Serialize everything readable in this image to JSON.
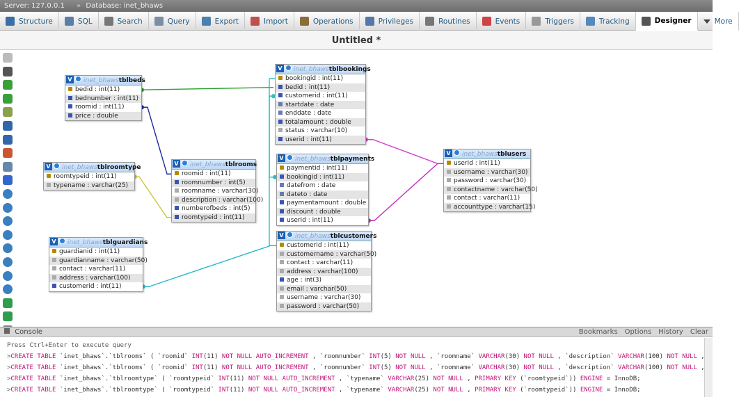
{
  "breadcrumb": [
    "Server: 127.0.0.1",
    "Database: inet_bhaws"
  ],
  "tabs": [
    {
      "label": "Structure",
      "color": "#3a6ea5"
    },
    {
      "label": "SQL",
      "color": "#5a7fa8"
    },
    {
      "label": "Search",
      "color": "#777777"
    },
    {
      "label": "Query",
      "color": "#7a8fa5"
    },
    {
      "label": "Export",
      "color": "#4a7fb0"
    },
    {
      "label": "Import",
      "color": "#c05050"
    },
    {
      "label": "Operations",
      "color": "#8a6d3b"
    },
    {
      "label": "Privileges",
      "color": "#5577aa"
    },
    {
      "label": "Routines",
      "color": "#777777"
    },
    {
      "label": "Events",
      "color": "#cc4444"
    },
    {
      "label": "Triggers",
      "color": "#999999"
    },
    {
      "label": "Tracking",
      "color": "#5588bb"
    },
    {
      "label": "Designer",
      "color": "#555555",
      "active": true
    },
    {
      "label": "More",
      "color": "#444444"
    }
  ],
  "page_title": "Untitled *",
  "db_prefix": "inet_bhaws",
  "vbtn": "V",
  "tables": [
    {
      "name": "tblbeds",
      "fields": [
        "bedid : int(11)",
        "bednumber : int(11)",
        "roomid : int(11)",
        "price : double"
      ]
    },
    {
      "name": "tblbookings",
      "fields": [
        "bookingid : int(11)",
        "bedid : int(11)",
        "customerid : int(11)",
        "startdate : date",
        "enddate : date",
        "totalamount : double",
        "status : varchar(10)",
        "userid : int(11)"
      ]
    },
    {
      "name": "tblroomtype",
      "fields": [
        "roomtypeid : int(11)",
        "typename : varchar(25)"
      ]
    },
    {
      "name": "tblrooms",
      "fields": [
        "roomid : int(11)",
        "roomnumber : int(5)",
        "roomname : varchar(30)",
        "description : varchar(100)",
        "numberofbeds : int(5)",
        "roomtypeid : int(11)"
      ]
    },
    {
      "name": "tblpayments",
      "fields": [
        "paymentid : int(11)",
        "bookingid : int(11)",
        "datefrom : date",
        "dateto : date",
        "paymentamount : double",
        "discount : double",
        "userid : int(11)"
      ]
    },
    {
      "name": "tblusers",
      "fields": [
        "userid : int(11)",
        "username : varchar(30)",
        "password : varchar(30)",
        "contactname : varchar(50)",
        "contact : varchar(11)",
        "accounttype : varchar(15)"
      ]
    },
    {
      "name": "tblguardians",
      "fields": [
        "guardianid : int(11)",
        "guardianname : varchar(50)",
        "contact : varchar(11)",
        "address : varchar(100)",
        "customerid : int(11)"
      ]
    },
    {
      "name": "tblcustomers",
      "fields": [
        "customerid : int(11)",
        "customername : varchar(50)",
        "contact : varchar(11)",
        "address : varchar(100)",
        "age : int(3)",
        "email : varchar(50)",
        "username : varchar(30)",
        "password : varchar(50)"
      ]
    }
  ],
  "relation_colors": [
    "#2ca02c",
    "#1f2fa0",
    "#c8c83a",
    "#2ab8c8",
    "#d040d0",
    "#c030c0",
    "#2ac0c0"
  ],
  "console": {
    "title": "Console",
    "actions": [
      "Bookmarks",
      "Options",
      "History",
      "Clear"
    ],
    "hint": "Press Ctrl+Enter to execute query",
    "lines": [
      "CREATE TABLE `inet_bhaws`.`tblrooms` ( `roomid` INT(11) NOT NULL AUTO_INCREMENT , `roomnumber` INT(5) NOT NULL , `roomname` VARCHAR(30) NOT NULL , `description` VARCHAR(100) NOT NULL ,",
      "CREATE TABLE `inet_bhaws`.`tblrooms` ( `roomid` INT(11) NOT NULL AUTO_INCREMENT , `roomnumber` INT(5) NOT NULL , `roomname` VARCHAR(30) NOT NULL , `description` VARCHAR(100) NOT NULL ,",
      "CREATE TABLE `inet_bhaws`.`tblroomtype` ( `roomtypeid` INT(11) NOT NULL AUTO_INCREMENT , `typename` VARCHAR(25) NOT NULL , PRIMARY KEY (`roomtypeid`)) ENGINE = InnoDB;",
      "CREATE TABLE `inet_bhaws`.`tblroomtype` ( `roomtypeid` INT(11) NOT NULL AUTO_INCREMENT , `typename` VARCHAR(25) NOT NULL , PRIMARY KEY (`roomtypeid`)) ENGINE = InnoDB;"
    ]
  }
}
